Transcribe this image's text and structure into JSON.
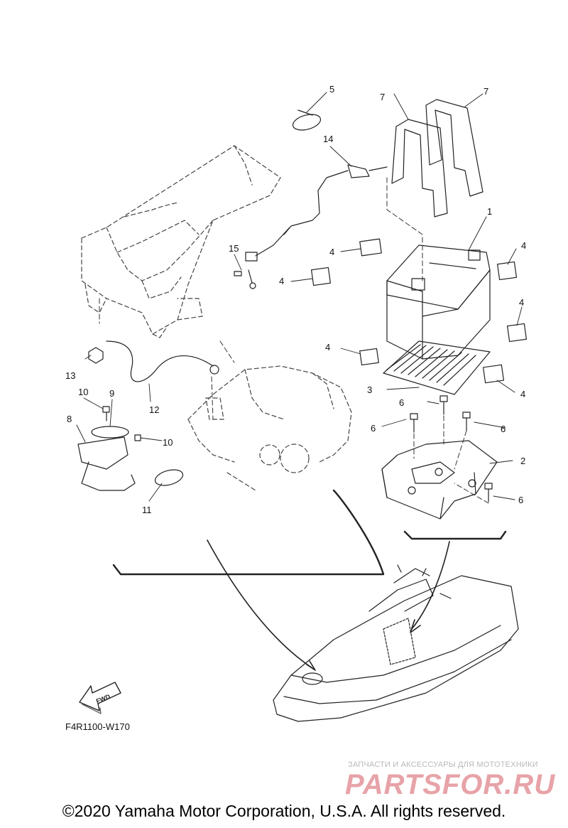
{
  "diagram": {
    "code": "F4R1100-W170",
    "fwd_label": "FWD",
    "callouts": [
      {
        "id": "1",
        "text": "1"
      },
      {
        "id": "2",
        "text": "2"
      },
      {
        "id": "3",
        "text": "3"
      },
      {
        "id": "4",
        "text": "4"
      },
      {
        "id": "5",
        "text": "5"
      },
      {
        "id": "6",
        "text": "6"
      },
      {
        "id": "7",
        "text": "7"
      },
      {
        "id": "8",
        "text": "8"
      },
      {
        "id": "9",
        "text": "9"
      },
      {
        "id": "10",
        "text": "10"
      },
      {
        "id": "11",
        "text": "11"
      },
      {
        "id": "12",
        "text": "12"
      },
      {
        "id": "13",
        "text": "13"
      },
      {
        "id": "14",
        "text": "14"
      },
      {
        "id": "15",
        "text": "15"
      }
    ]
  },
  "watermark": {
    "tagline": "ЗАПЧАСТИ И АКСЕССУАРЫ ДЛЯ МОТОТЕХНИКИ",
    "logo": "PARTSFOR.RU"
  },
  "footer": {
    "copyright": "©2020 Yamaha Motor Corporation, U.S.A. All rights reserved."
  }
}
